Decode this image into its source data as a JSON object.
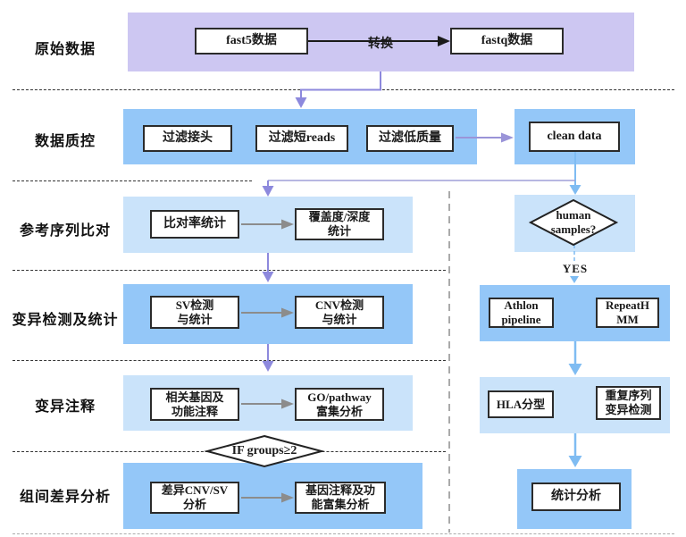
{
  "colors": {
    "purple_band": "#cdc7f2",
    "blue_band": "#94c7f8",
    "light_blue_band": "#cae3fa",
    "box_border": "#2b2b2b",
    "box_bg": "#ffffff",
    "arrow_black": "#1a1a1a",
    "arrow_gray_purple": "#9a94d8",
    "arrow_purple": "#8d89dd",
    "arrow_blue": "#7fbcf2",
    "branch_line": "#9f9fd8",
    "dash_dark": "#333333",
    "dash_gray": "#aaaaaa"
  },
  "stages": {
    "raw": "原始数据",
    "qc": "数据质控",
    "align": "参考序列比对",
    "variant": "变异检测及统计",
    "annotation": "变异注释",
    "group_diff": "组间差异分析"
  },
  "nodes": {
    "fast5": "fast5数据",
    "convert": "转换",
    "fastq": "fastq数据",
    "filter_adapter": "过滤接头",
    "filter_short": "过滤短reads",
    "filter_low_quality": "过滤低质量",
    "clean_data": "clean data",
    "align_rate": "比对率统计",
    "coverage_line1": "覆盖度/深度",
    "coverage_line2": "统计",
    "sv_line1": "SV检测",
    "sv_line2": "与统计",
    "cnv_line1": "CNV检测",
    "cnv_line2": "与统计",
    "gene_line1": "相关基因及",
    "gene_line2": "功能注释",
    "go_line1": "GO/pathway",
    "go_line2": "富集分析",
    "diff_line1": "差异CNV/SV",
    "diff_line2": "分析",
    "diff_anno_line1": "基因注释及功",
    "diff_anno_line2": "能富集分析",
    "human_line1": "human",
    "human_line2": "samples?",
    "yes": "YES",
    "athlon_line1": "Athlon",
    "athlon_line2": "pipeline",
    "repeathmm_line1": "RepeatH",
    "repeathmm_line2": "MM",
    "hla": "HLA分型",
    "repeat_seq_line1": "重复序列",
    "repeat_seq_line2": "变异检测",
    "stats": "统计分析",
    "if_groups": "IF groups≥2"
  }
}
